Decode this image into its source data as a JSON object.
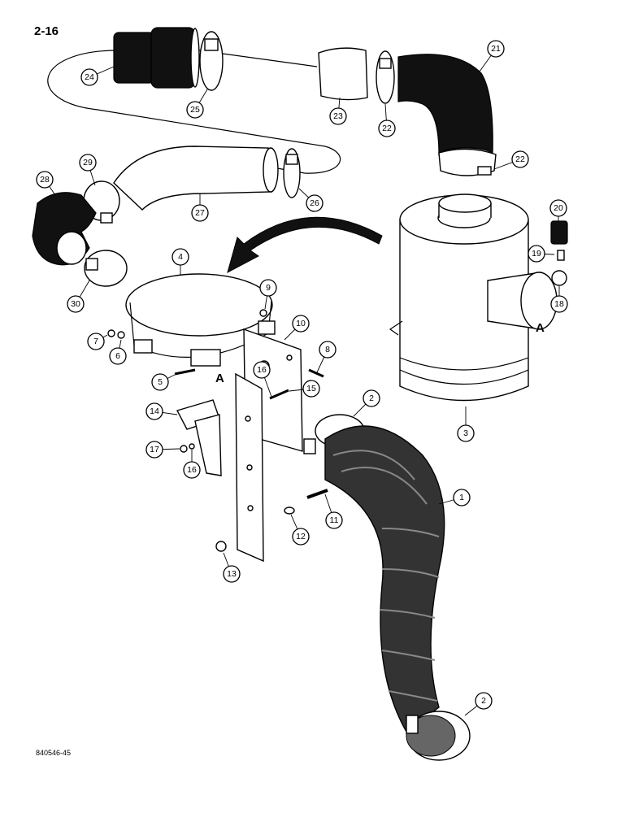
{
  "page": {
    "number": "2-16",
    "figure_id": "840546-45"
  },
  "view_letters": [
    "A",
    "A"
  ],
  "callouts": [
    {
      "label": "1"
    },
    {
      "label": "2"
    },
    {
      "label": "2"
    },
    {
      "label": "3"
    },
    {
      "label": "4"
    },
    {
      "label": "5"
    },
    {
      "label": "6"
    },
    {
      "label": "7"
    },
    {
      "label": "8"
    },
    {
      "label": "9"
    },
    {
      "label": "10"
    },
    {
      "label": "11"
    },
    {
      "label": "12"
    },
    {
      "label": "13"
    },
    {
      "label": "14"
    },
    {
      "label": "15"
    },
    {
      "label": "16"
    },
    {
      "label": "16"
    },
    {
      "label": "17"
    },
    {
      "label": "18"
    },
    {
      "label": "19"
    },
    {
      "label": "20"
    },
    {
      "label": "21"
    },
    {
      "label": "22"
    },
    {
      "label": "22"
    },
    {
      "label": "23"
    },
    {
      "label": "24"
    },
    {
      "label": "25"
    },
    {
      "label": "26"
    },
    {
      "label": "27"
    },
    {
      "label": "28"
    },
    {
      "label": "29"
    },
    {
      "label": "30"
    }
  ]
}
